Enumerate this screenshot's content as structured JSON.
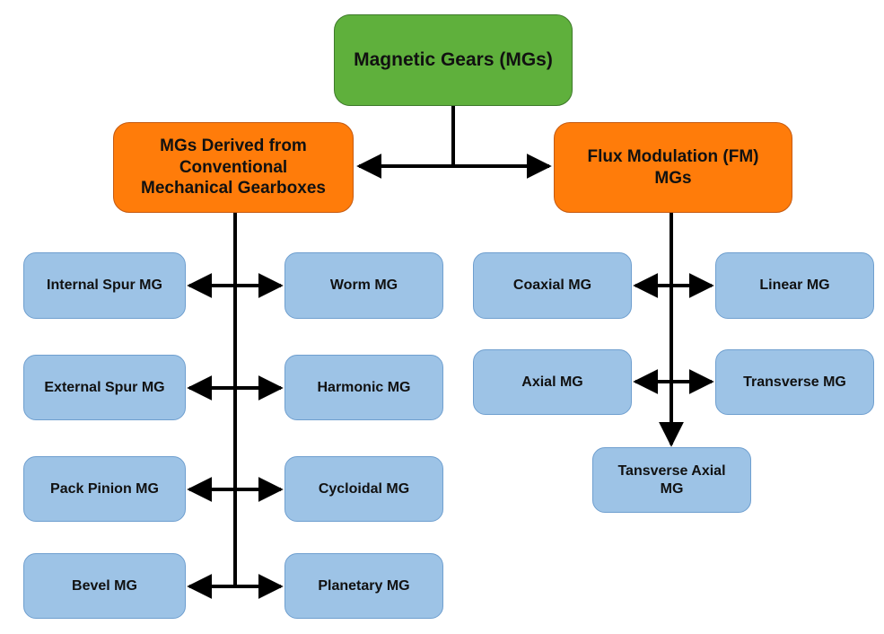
{
  "colors": {
    "root_fill": "#5fb03c",
    "category_fill": "#ff7c0a",
    "leaf_fill": "#9dc3e6",
    "connector": "#000000"
  },
  "root": {
    "label": "Magnetic Gears (MGs)"
  },
  "categories": {
    "conventional": {
      "label": "MGs Derived from Conventional Mechanical Gearboxes",
      "types": {
        "internal_spur": "Internal Spur MG",
        "worm": "Worm MG",
        "external_spur": "External Spur MG",
        "harmonic": "Harmonic MG",
        "pack_pinion": "Pack Pinion MG",
        "cycloidal": "Cycloidal MG",
        "bevel": "Bevel MG",
        "planetary": "Planetary MG"
      }
    },
    "flux_modulation": {
      "label": "Flux Modulation (FM) MGs",
      "types": {
        "coaxial": "Coaxial MG",
        "linear": "Linear MG",
        "axial": "Axial MG",
        "transverse": "Transverse MG",
        "transverse_axial": "Tansverse Axial MG"
      }
    }
  }
}
